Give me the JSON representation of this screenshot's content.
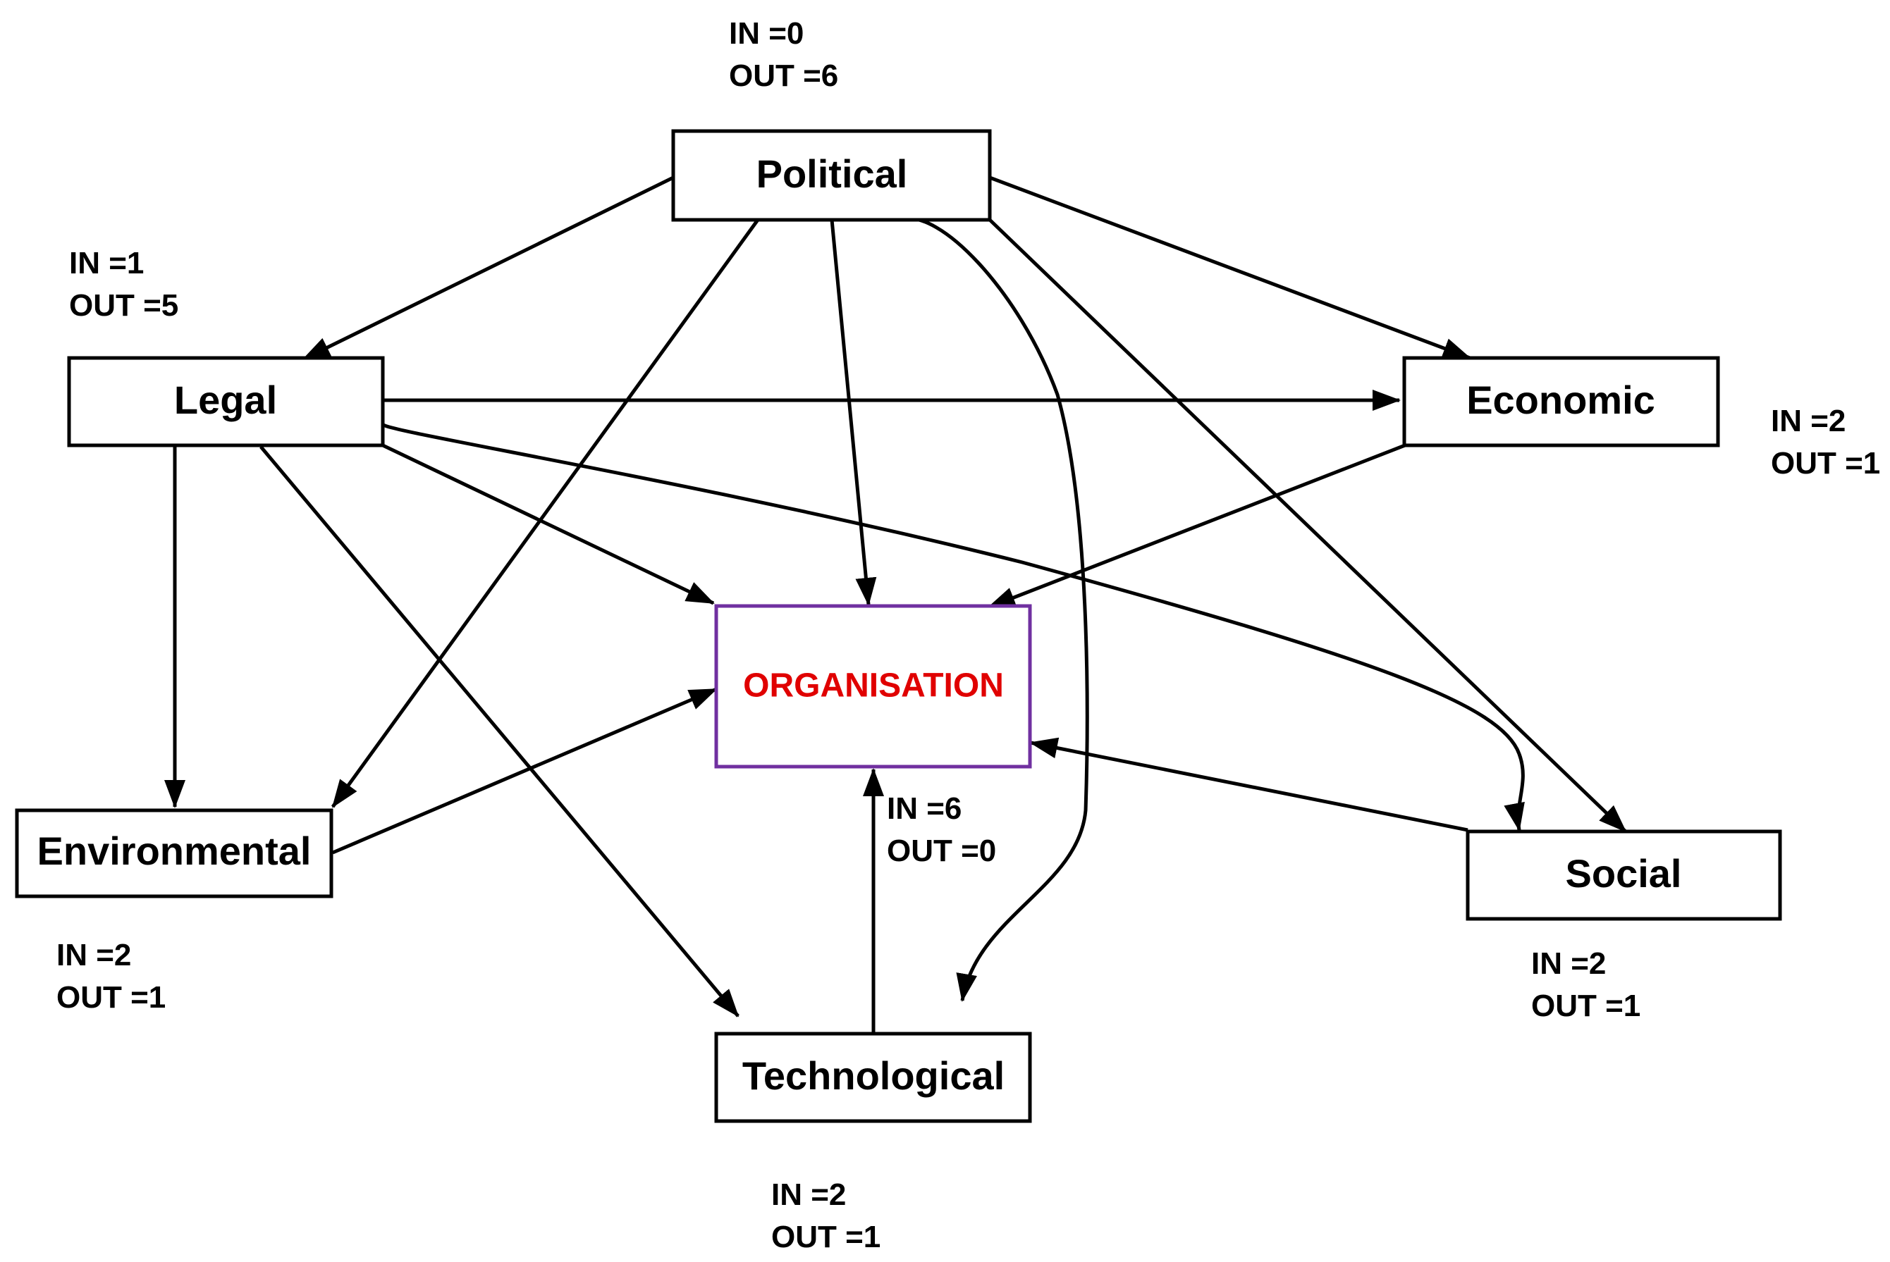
{
  "colors": {
    "stroke": "#000000",
    "center_border": "#7030a0",
    "center_text": "#e00000"
  },
  "nodes": {
    "political": {
      "label": "Political",
      "in": "IN =0",
      "out": "OUT =6"
    },
    "legal": {
      "label": "Legal",
      "in": "IN =1",
      "out": "OUT =5"
    },
    "economic": {
      "label": "Economic",
      "in": "IN =2",
      "out": "OUT =1"
    },
    "organisation": {
      "label": "ORGANISATION",
      "in": "IN =6",
      "out": "OUT =0"
    },
    "environmental": {
      "label": "Environmental",
      "in": "IN =2",
      "out": "OUT =1"
    },
    "social": {
      "label": "Social",
      "in": "IN =2",
      "out": "OUT =1"
    },
    "technological": {
      "label": "Technological",
      "in": "IN =2",
      "out": "OUT =1"
    }
  },
  "edges": [
    {
      "from": "political",
      "to": "legal"
    },
    {
      "from": "political",
      "to": "economic"
    },
    {
      "from": "political",
      "to": "organisation"
    },
    {
      "from": "political",
      "to": "environmental"
    },
    {
      "from": "political",
      "to": "social"
    },
    {
      "from": "political",
      "to": "technological"
    },
    {
      "from": "legal",
      "to": "economic"
    },
    {
      "from": "legal",
      "to": "organisation"
    },
    {
      "from": "legal",
      "to": "environmental"
    },
    {
      "from": "legal",
      "to": "technological"
    },
    {
      "from": "legal",
      "to": "social"
    },
    {
      "from": "economic",
      "to": "organisation"
    },
    {
      "from": "environmental",
      "to": "organisation"
    },
    {
      "from": "social",
      "to": "organisation"
    },
    {
      "from": "technological",
      "to": "organisation"
    }
  ]
}
